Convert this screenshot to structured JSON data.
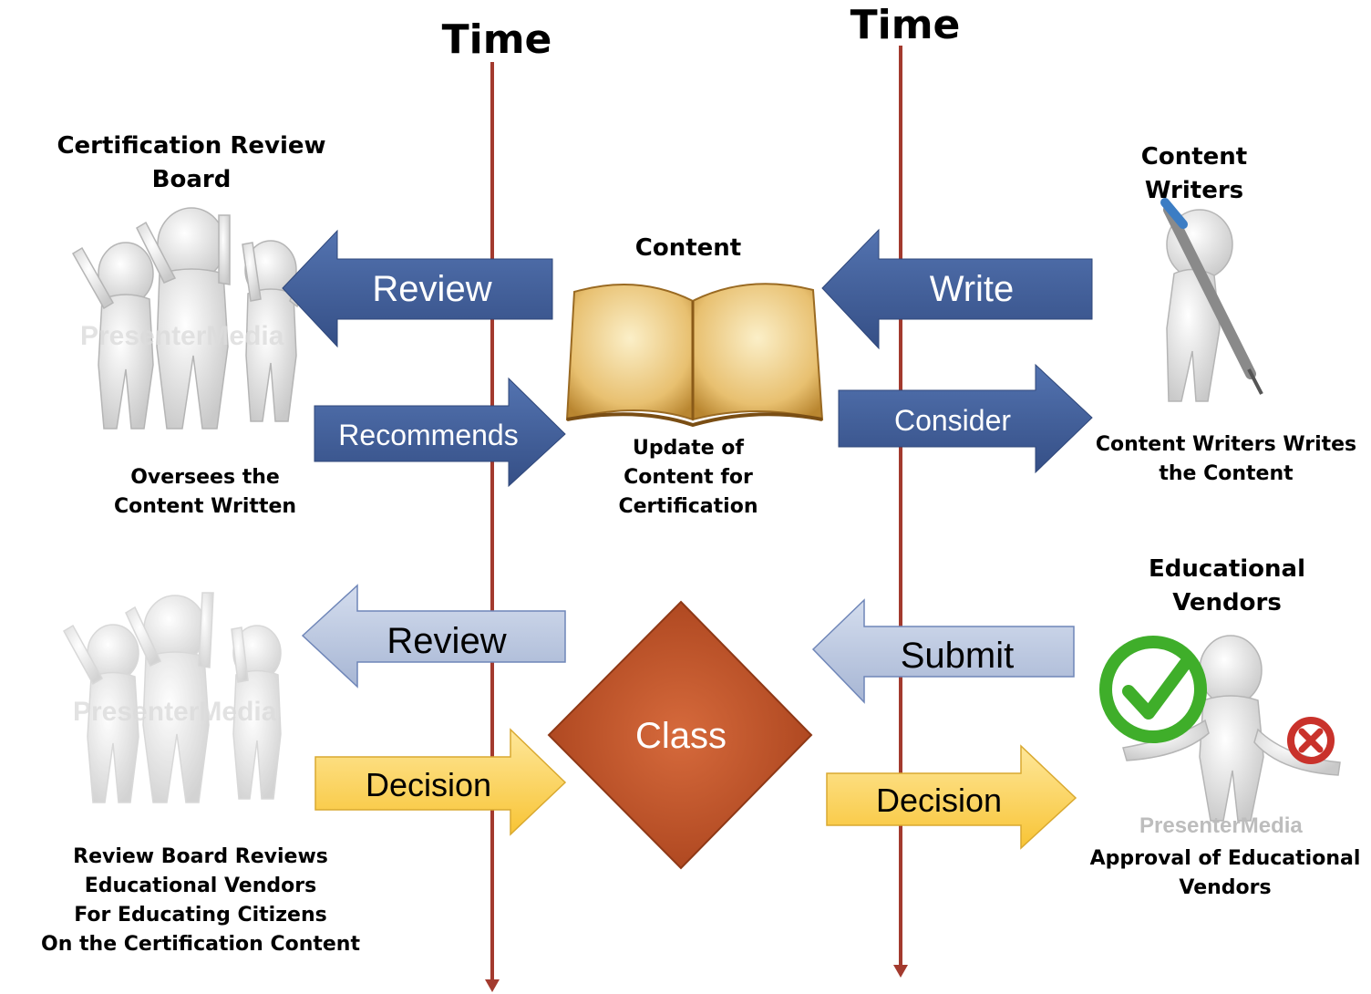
{
  "timelines": [
    {
      "label": "Time"
    },
    {
      "label": "Time"
    }
  ],
  "actors": {
    "review_board": {
      "title": "Certification Review Board",
      "caption": "Oversees the Content Written"
    },
    "content": {
      "title": "Content",
      "caption": "Update of Content for Certification"
    },
    "content_writers": {
      "title": "Content Writers",
      "caption": "Content Writers Writes the Content"
    },
    "review_board_vendors": {
      "caption_lines": [
        "Review Board Reviews",
        "Educational Vendors",
        "For Educating Citizens",
        "On the Certification Content"
      ]
    },
    "educational_vendors": {
      "title": "Educational Vendors",
      "caption": "Approval of Educational Vendors"
    }
  },
  "arrows": [
    {
      "label": "Review",
      "direction": "left",
      "style": "dark-blue"
    },
    {
      "label": "Recommends",
      "direction": "right",
      "style": "dark-blue"
    },
    {
      "label": "Write",
      "direction": "left",
      "style": "dark-blue"
    },
    {
      "label": "Consider",
      "direction": "right",
      "style": "dark-blue"
    },
    {
      "label": "Review",
      "direction": "left",
      "style": "light-blue"
    },
    {
      "label": "Decision",
      "direction": "right",
      "style": "yellow"
    },
    {
      "label": "Submit",
      "direction": "left",
      "style": "light-blue"
    },
    {
      "label": "Decision",
      "direction": "right",
      "style": "yellow"
    }
  ],
  "center_node": {
    "label": "Class",
    "shape": "diamond",
    "color": "#c0542a"
  },
  "watermark": "PresenterMedia",
  "icons": [
    "stick-figure-group",
    "open-book",
    "stick-figure-pen",
    "checkmark-icon",
    "x-icon"
  ],
  "colors": {
    "timeline": "#a33a2e",
    "dark_blue_arrow": "#41629f",
    "light_blue_arrow": "#b9c6df",
    "yellow_arrow": "#fcd45a",
    "diamond": "#c0542a",
    "check_green": "#3fae2a",
    "x_red": "#c9322b"
  }
}
